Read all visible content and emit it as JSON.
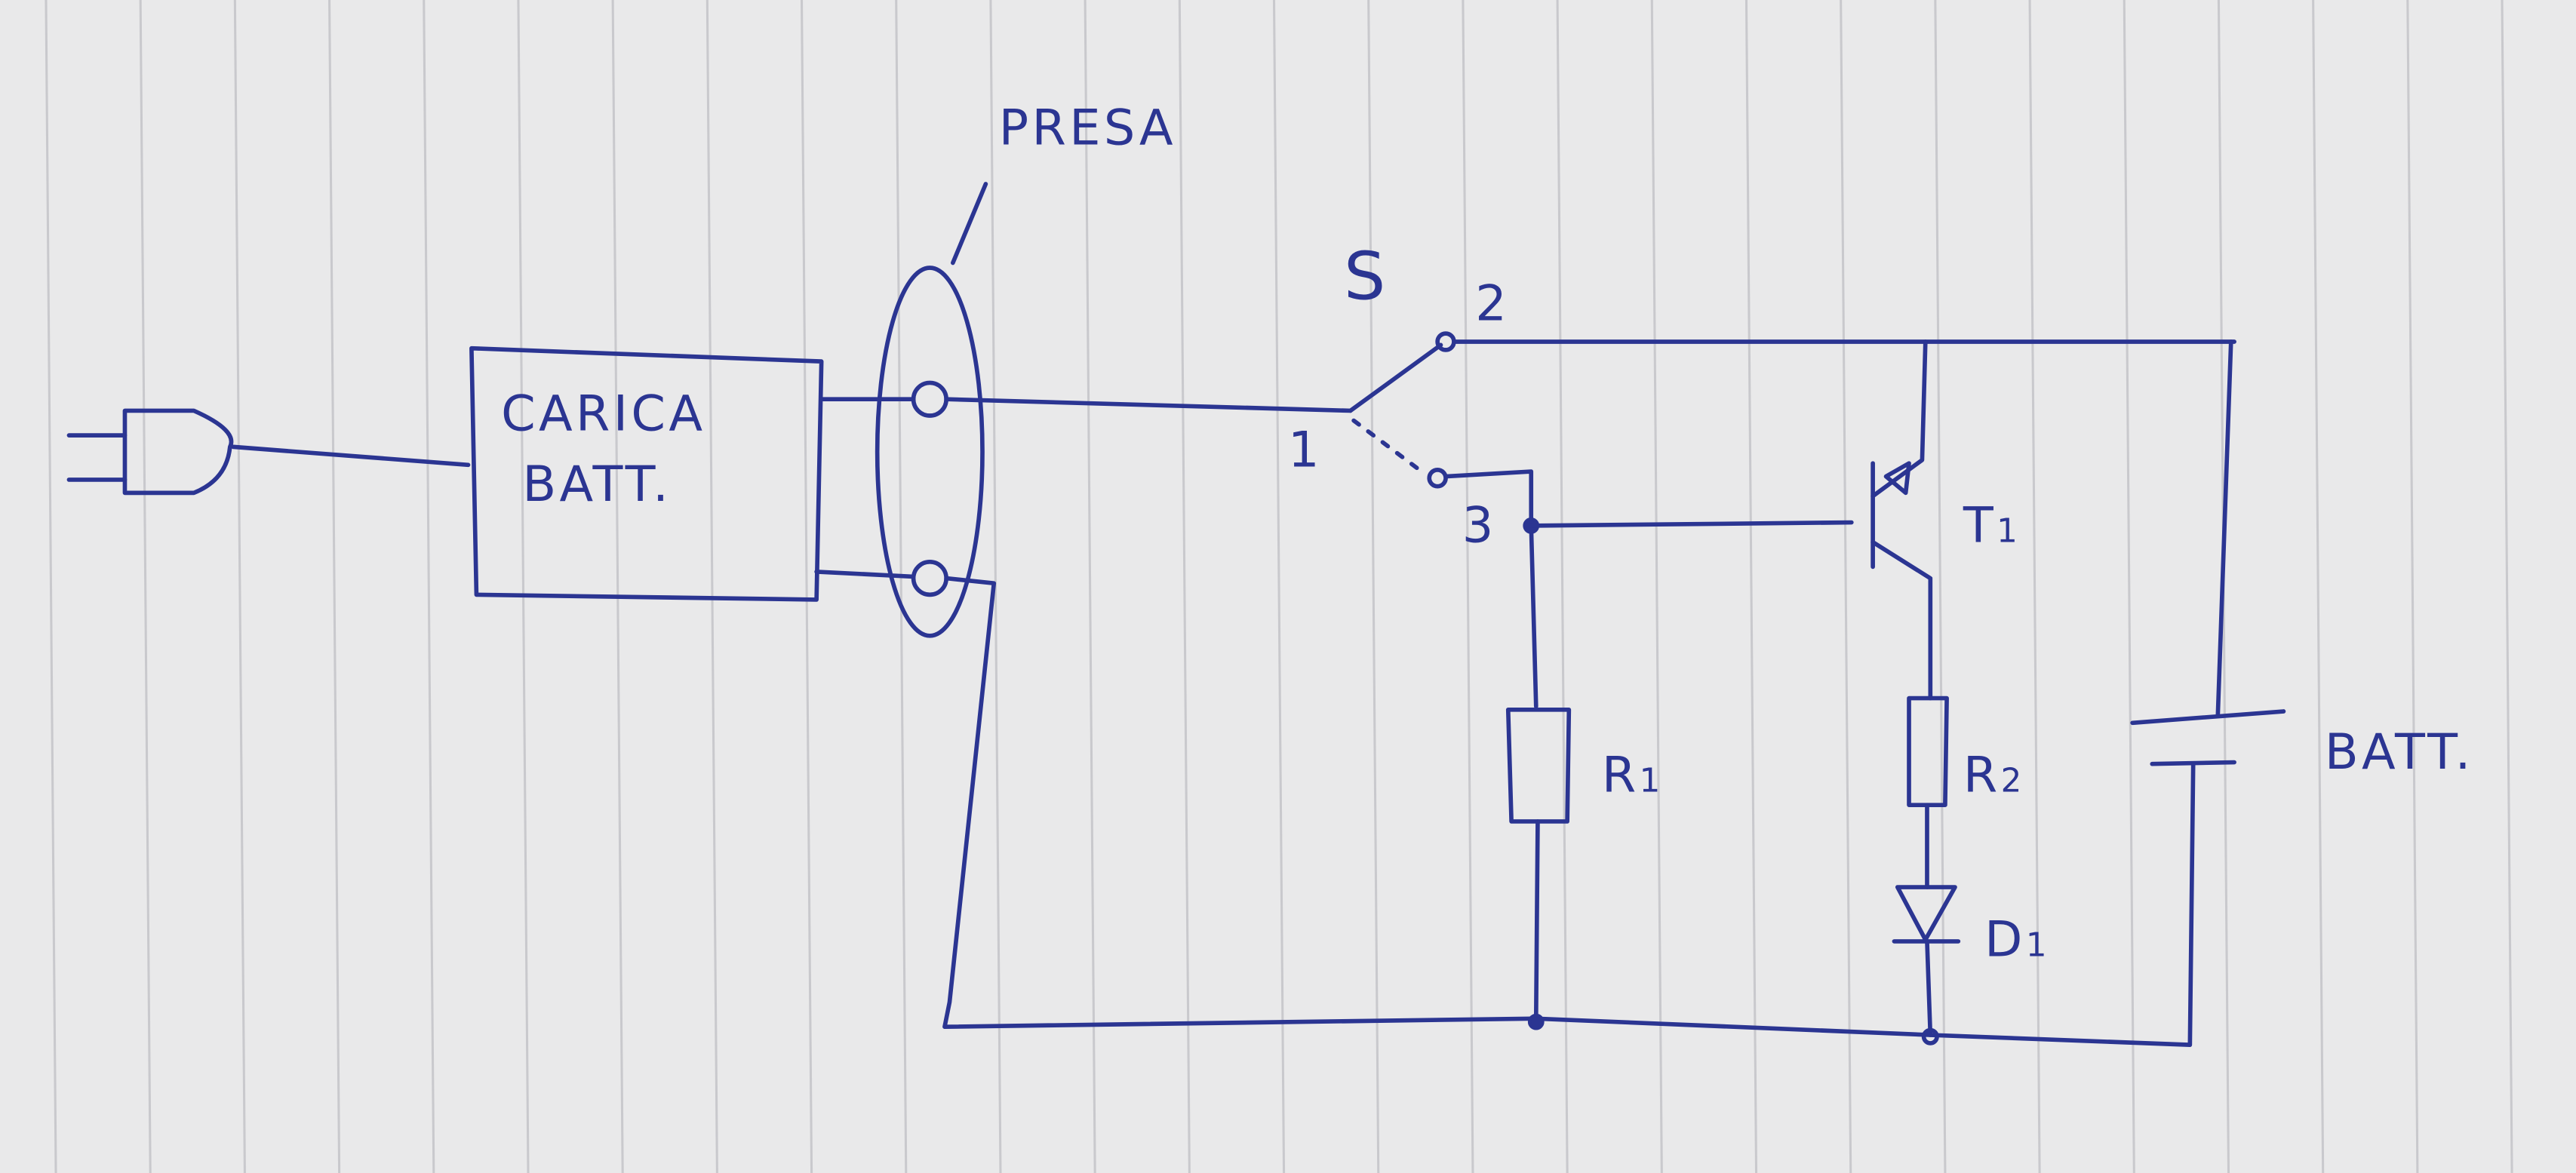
{
  "diagram": {
    "type": "hand-drawn circuit schematic",
    "labels": {
      "socket": "PRESA",
      "charger_line1": "CARICA",
      "charger_line2": "BATT.",
      "switch": "S",
      "switch_pin1": "1",
      "switch_pin2": "2",
      "switch_pin3": "3",
      "transistor": "T",
      "transistor_sub": "1",
      "resistor1": "R",
      "resistor1_sub": "1",
      "resistor2": "R",
      "resistor2_sub": "2",
      "diode": "D",
      "diode_sub": "1",
      "battery": "BATT."
    },
    "colors": {
      "ink": "#2b3592",
      "paper": "#e9e9ea",
      "rule": "#c9c9cd"
    }
  }
}
